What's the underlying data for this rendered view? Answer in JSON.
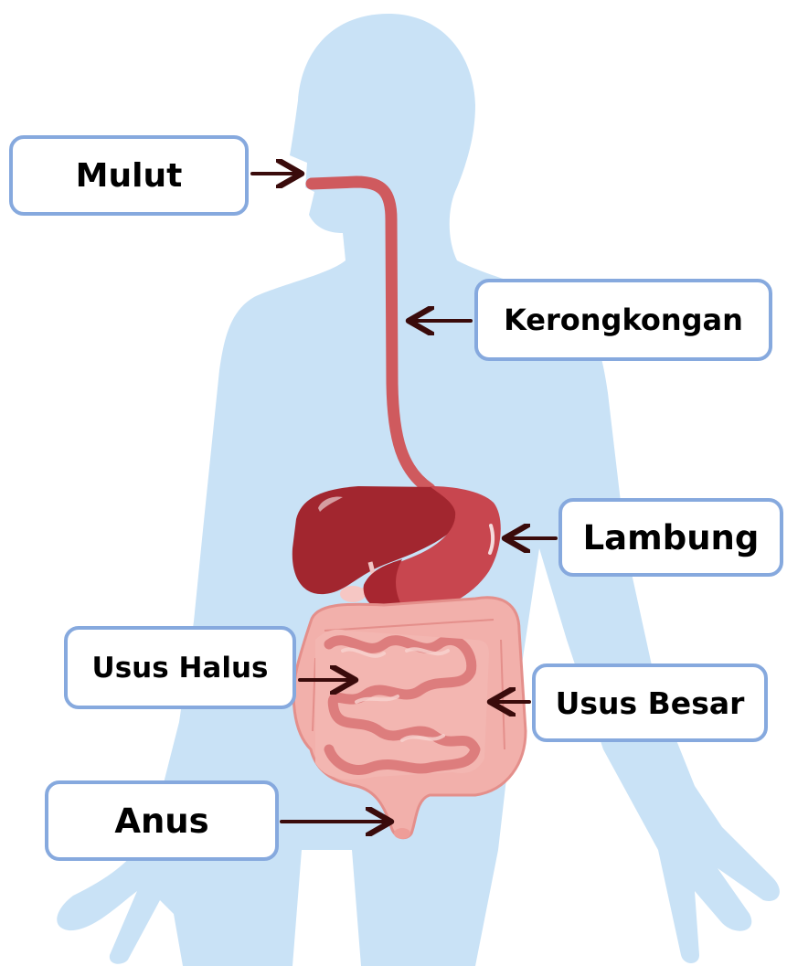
{
  "labels": {
    "mulut": "Mulut",
    "kerongkongan": "Kerongkongan",
    "lambung": "Lambung",
    "usus_halus": "Usus Halus",
    "usus_besar": "Usus Besar",
    "anus": "Anus"
  },
  "colors": {
    "body_silhouette": "#c9e2f6",
    "label_border": "#86a9de",
    "arrow": "#3a0b0b",
    "esophagus": "#cf5a5e",
    "liver": "#a2262f",
    "stomach": "#c8464f",
    "small_intestine": "#e88f8d",
    "large_intestine": "#f2b0ab"
  }
}
